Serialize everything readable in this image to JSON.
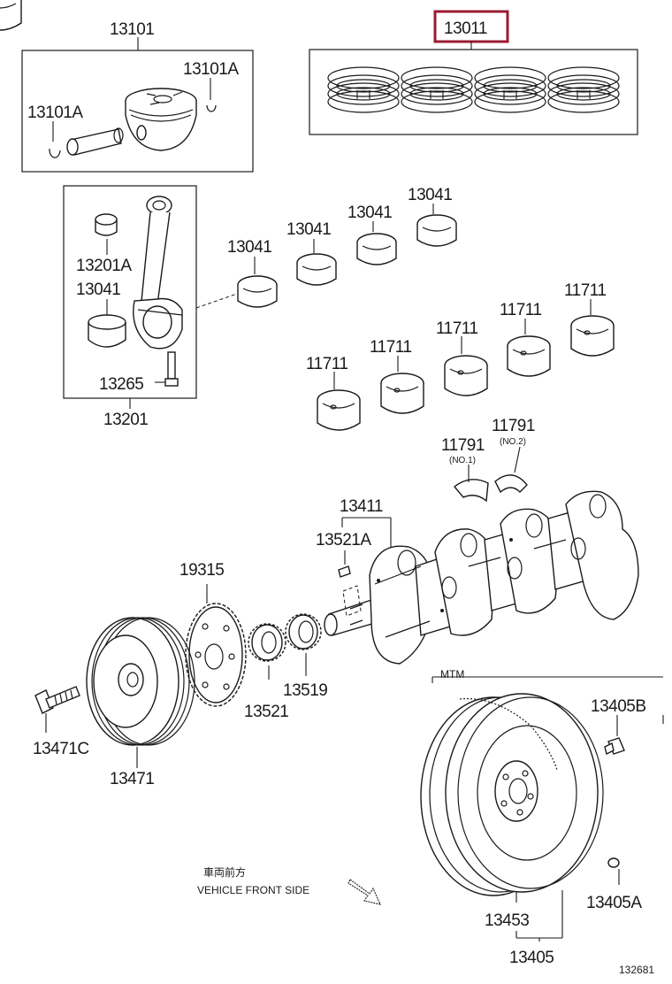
{
  "diagram": {
    "highlight_color": "#9b1b30",
    "labels": {
      "p13101": "13101",
      "p13101A_top": "13101A",
      "p13101A_left": "13101A",
      "p13011": "13011",
      "p13201A": "13201A",
      "p13041_in": "13041",
      "p13265": "13265",
      "p13201": "13201",
      "p13041_a": "13041",
      "p13041_b": "13041",
      "p13041_c": "13041",
      "p13041_d": "13041",
      "p11711_a": "11711",
      "p11711_b": "11711",
      "p11711_c": "11711",
      "p11711_d": "11711",
      "p11711_e": "11711",
      "p11791_a": "11791",
      "p11791_b": "11791",
      "no1": "(NO.1)",
      "no2": "(NO.2)",
      "p13411": "13411",
      "p13521A": "13521A",
      "p19315": "19315",
      "p13521": "13521",
      "p13519": "13519",
      "p13471C": "13471C",
      "p13471": "13471",
      "mtm": "MTM",
      "p13405B": "13405B",
      "p13405A": "13405A",
      "p13453": "13453",
      "p13405": "13405",
      "front_jp": "車両前方",
      "front_en": "VEHICLE FRONT SIDE",
      "diagram_no": "132681"
    }
  }
}
